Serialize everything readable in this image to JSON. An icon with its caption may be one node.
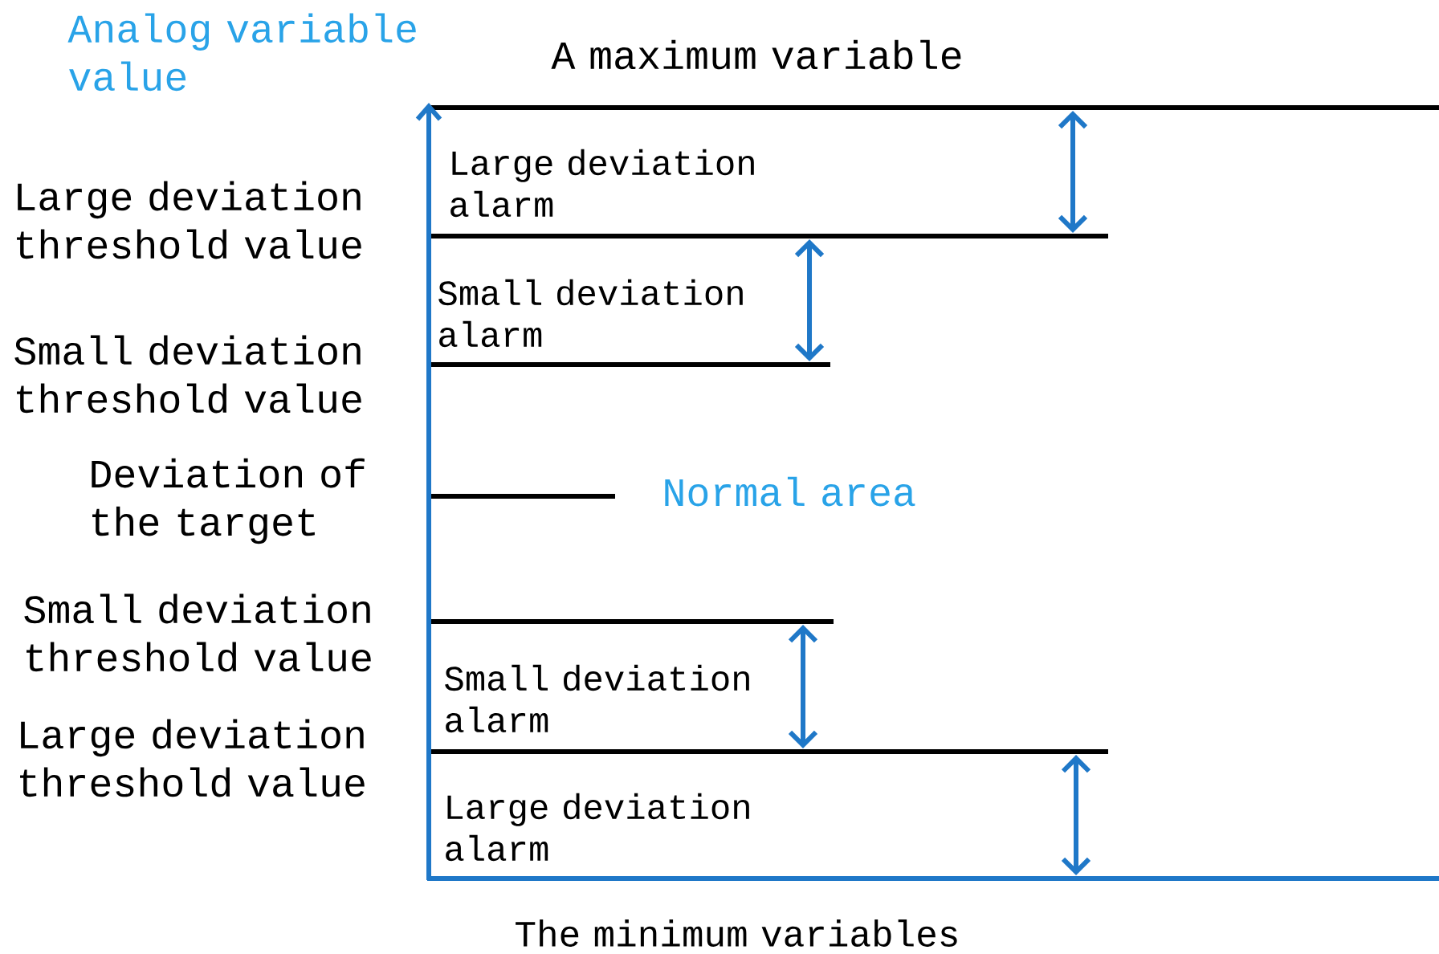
{
  "diagram": {
    "labels": [
      "Analog variable value",
      "A maximum variable",
      "Large deviation alarm",
      "Large deviation threshold value",
      "Small deviation alarm",
      "Small deviation threshold value",
      "Deviation of the target",
      "Normal area",
      "Small deviation threshold value",
      "Small deviation alarm",
      "Large deviation threshold value",
      "Large deviation alarm",
      "The minimum variables"
    ]
  }
}
